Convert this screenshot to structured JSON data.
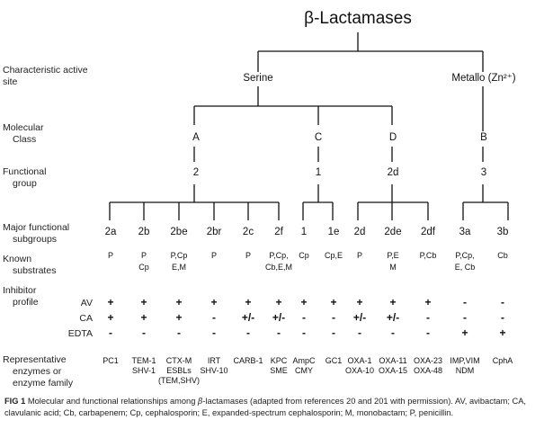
{
  "title": "β-Lactamases",
  "row_labels": {
    "active_site": [
      "Characteristic active",
      "site"
    ],
    "molecular_class": [
      "Molecular",
      "Class"
    ],
    "functional_group": [
      "Functional",
      "group"
    ],
    "subgroups": [
      "Major functional",
      "subgroups"
    ],
    "substrates": [
      "Known",
      "substrates"
    ],
    "inhibitor": [
      "Inhibitor",
      "profile"
    ],
    "inhibitors": [
      "AV",
      "CA",
      "EDTA"
    ],
    "enzymes": [
      "Representative",
      "enzymes or",
      "enzyme family"
    ]
  },
  "active_sites": [
    "Serine",
    "Metallo (Zn²⁺)"
  ],
  "classes": [
    "A",
    "C",
    "D",
    "B"
  ],
  "functional_groups": [
    "2",
    "1",
    "2d",
    "3"
  ],
  "subgroups": [
    {
      "name": "2a",
      "substrates": [
        "P"
      ],
      "AV": "+",
      "CA": "+",
      "EDTA": "-",
      "enzymes": [
        "PC1"
      ]
    },
    {
      "name": "2b",
      "substrates": [
        "P",
        "Cp"
      ],
      "AV": "+",
      "CA": "+",
      "EDTA": "-",
      "enzymes": [
        "TEM-1",
        "SHV-1"
      ]
    },
    {
      "name": "2be",
      "substrates": [
        "P,Cp",
        "E,M"
      ],
      "AV": "+",
      "CA": "+",
      "EDTA": "-",
      "enzymes": [
        "CTX-M",
        "ESBLs",
        "(TEM,SHV)"
      ]
    },
    {
      "name": "2br",
      "substrates": [
        "P"
      ],
      "AV": "+",
      "CA": "-",
      "EDTA": "-",
      "enzymes": [
        "IRT",
        "SHV-10"
      ]
    },
    {
      "name": "2c",
      "substrates": [
        "P"
      ],
      "AV": "+",
      "CA": "+/-",
      "EDTA": "-",
      "enzymes": [
        "CARB-1"
      ]
    },
    {
      "name": "2f",
      "substrates": [
        "P,Cp,",
        "Cb,E,M"
      ],
      "AV": "+",
      "CA": "+/-",
      "EDTA": "-",
      "enzymes": [
        "KPC",
        "SME"
      ]
    },
    {
      "name": "1",
      "substrates": [
        "Cp"
      ],
      "AV": "+",
      "CA": "-",
      "EDTA": "-",
      "enzymes": [
        "AmpC",
        "CMY"
      ]
    },
    {
      "name": "1e",
      "substrates": [
        "Cp,E"
      ],
      "AV": "+",
      "CA": "-",
      "EDTA": "-",
      "enzymes": [
        "GC1"
      ]
    },
    {
      "name": "2d",
      "substrates": [
        "P"
      ],
      "AV": "+",
      "CA": "+/-",
      "EDTA": "-",
      "enzymes": [
        "OXA-1",
        "OXA-10"
      ]
    },
    {
      "name": "2de",
      "substrates": [
        "P,E",
        "M"
      ],
      "AV": "+",
      "CA": "+/-",
      "EDTA": "-",
      "enzymes": [
        "OXA-11",
        "OXA-15"
      ]
    },
    {
      "name": "2df",
      "substrates": [
        "P,Cb"
      ],
      "AV": "+",
      "CA": "-",
      "EDTA": "-",
      "enzymes": [
        "OXA-23",
        "OXA-48"
      ]
    },
    {
      "name": "3a",
      "substrates": [
        "P,Cp,",
        "E, Cb"
      ],
      "AV": "-",
      "CA": "-",
      "EDTA": "+",
      "enzymes": [
        "IMP,VIM",
        "NDM"
      ]
    },
    {
      "name": "3b",
      "substrates": [
        "Cb"
      ],
      "AV": "-",
      "CA": "-",
      "EDTA": "+",
      "enzymes": [
        "CphA"
      ]
    }
  ],
  "caption": {
    "label": "FIG 1",
    "text_before_beta": " Molecular and functional relationships among ",
    "beta": "β",
    "text_after_beta": "-lactamases (adapted from references 20 and 201 with permission). AV, avibactam; CA, clavulanic acid; Cb, carbapenem; Cp, cephalosporin; E, expanded-spectrum cephalosporin; M, monobactam; P, penicillin."
  }
}
